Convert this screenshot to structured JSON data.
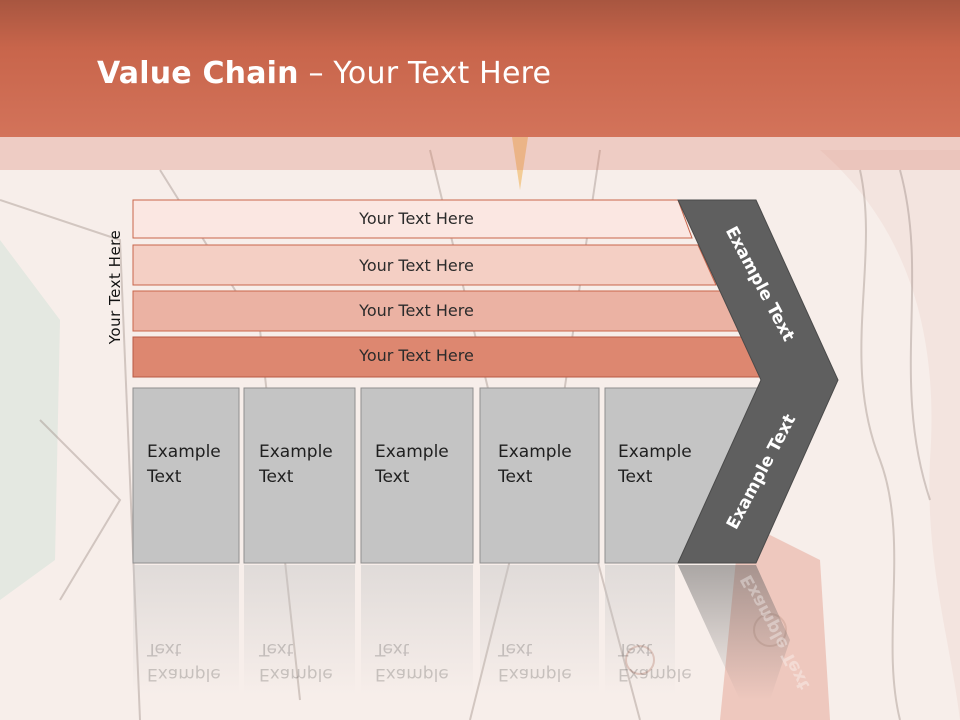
{
  "slide": {
    "title_bold": "Value Chain",
    "title_rest": " – Your Text Here",
    "side_label": "Your Text Here"
  },
  "rows": [
    {
      "label": "Your Text Here",
      "color": "#fbe7e2"
    },
    {
      "label": "Your Text Here",
      "color": "#f4cfc4"
    },
    {
      "label": "Your Text Here",
      "color": "#ebb2a3"
    },
    {
      "label": "Your Text Here",
      "color": "#dd8770"
    }
  ],
  "columns": [
    {
      "line1": "Example",
      "line2": "Text"
    },
    {
      "line1": "Example",
      "line2": "Text"
    },
    {
      "line1": "Example",
      "line2": "Text"
    },
    {
      "line1": "Example",
      "line2": "Text"
    },
    {
      "line1": "Example",
      "line2": "Text"
    }
  ],
  "chevron": {
    "upper_text": "Example Text",
    "lower_text": "Example Text",
    "color": "#5f5f5f"
  },
  "colors": {
    "title_bar": "#c8654b",
    "column_box": "#c4c4c4"
  }
}
